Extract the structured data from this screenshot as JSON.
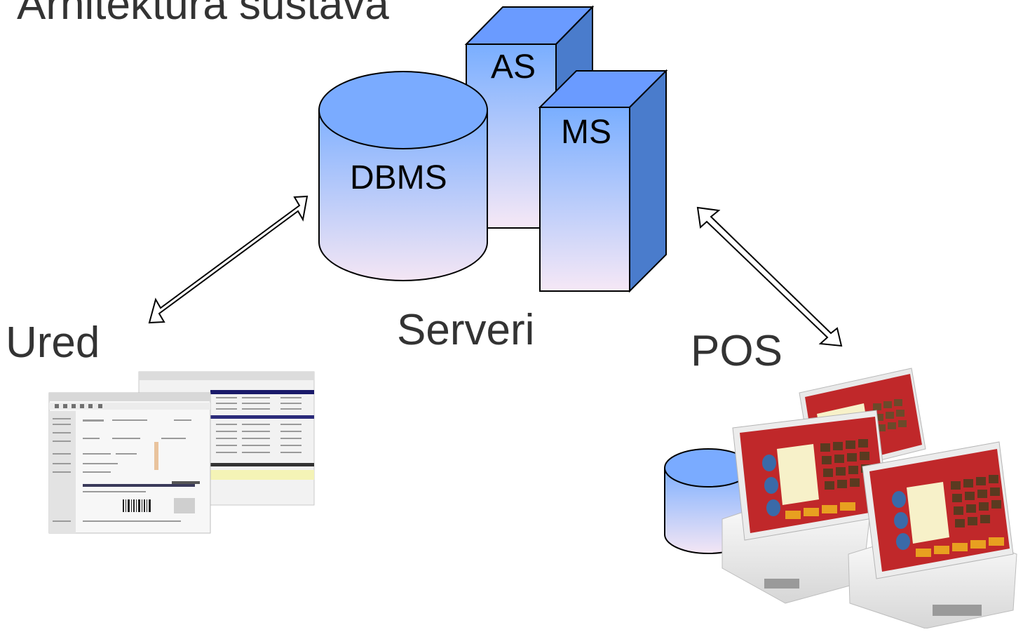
{
  "title": "Arhitektura sustava",
  "servers": {
    "group_label": "Serveri",
    "application_server": "AS",
    "mail_server": "MS",
    "database": "DBMS"
  },
  "clients": {
    "office_label": "Ured",
    "pos_label": "POS"
  },
  "colors": {
    "box_top": "#6a9bff",
    "box_side": "#4a7ccc",
    "gradient_top": "#79aeff",
    "gradient_bottom": "#f4e6f4",
    "label_text": "#333333",
    "pos_screen_frame": "#c0282a",
    "pos_screen_body": "#f7f1c9"
  }
}
